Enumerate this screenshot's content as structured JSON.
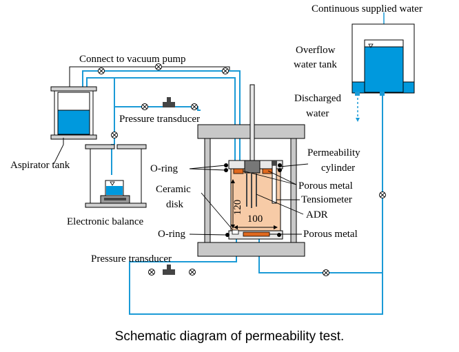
{
  "labels": {
    "continuous_water": "Continuous supplied water",
    "overflow_tank_1": "Overflow",
    "overflow_tank_2": "water tank",
    "vacuum": "Connect to vacuum pump",
    "discharged_1": "Discharged",
    "discharged_2": "water",
    "pressure_transducer_top": "Pressure transducer",
    "permeability_1": "Permeability",
    "permeability_2": "cylinder",
    "oring_top": "O-ring",
    "aspirator": "Aspirator tank",
    "ceramic_1": "Ceramic",
    "ceramic_2": "disk",
    "porous_top": "Porous metal",
    "tensiometer": "Tensiometer",
    "adr": "ADR",
    "balance": "Electronic balance",
    "oring_bottom": "O-ring",
    "porous_bottom": "Porous metal",
    "pressure_transducer_bottom": "Pressure transducer"
  },
  "dimensions": {
    "height": "120",
    "width": "100"
  },
  "caption": "Schematic diagram of permeability test.",
  "colors": {
    "water": "#0099dd",
    "pipe": "#1a9ad6",
    "soil": "#f7cba7",
    "porous": "#e0691e",
    "frame": "#c8c8c8",
    "tank_frame": "#d0d0d0"
  }
}
